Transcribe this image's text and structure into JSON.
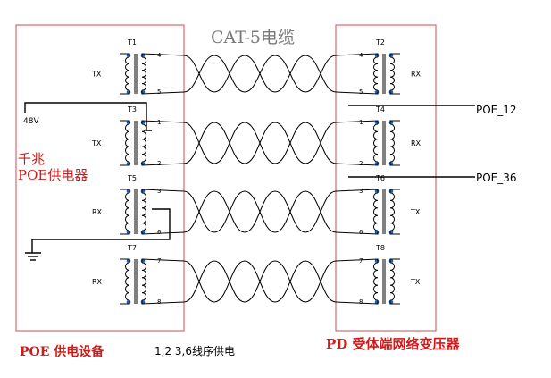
{
  "title": "CAT-5电缆",
  "left": {
    "caption_line1": "千兆",
    "caption_line2": "POE供电器",
    "bottom_label": "POE 供电设备",
    "voltage": "48V"
  },
  "right": {
    "bottom_label": "PD 受体端网络变压器"
  },
  "note": "1,2  3,6线序供电",
  "poe_labels": [
    "POE_12",
    "POE_36"
  ],
  "transformers_left": [
    {
      "name": "T1",
      "role": "TX",
      "pin_top": "4",
      "pin_bottom": "5"
    },
    {
      "name": "T3",
      "role": "TX",
      "pin_top": "1",
      "pin_bottom": "2"
    },
    {
      "name": "T5",
      "role": "RX",
      "pin_top": "3",
      "pin_bottom": "6"
    },
    {
      "name": "T7",
      "role": "RX",
      "pin_top": "7",
      "pin_bottom": "8"
    }
  ],
  "transformers_right": [
    {
      "name": "T2",
      "role": "RX",
      "pin_top": "4",
      "pin_bottom": "5"
    },
    {
      "name": "T4",
      "role": "RX",
      "pin_top": "1",
      "pin_bottom": "2"
    },
    {
      "name": "T6",
      "role": "TX",
      "pin_top": "3",
      "pin_bottom": "6"
    },
    {
      "name": "T8",
      "role": "TX",
      "pin_top": "7",
      "pin_bottom": "8"
    }
  ],
  "colors": {
    "box": "#e06666",
    "line": "#000000",
    "title": "#7a7a7a",
    "label_red": "#d11a1a",
    "dot": "#1f5fbf"
  }
}
